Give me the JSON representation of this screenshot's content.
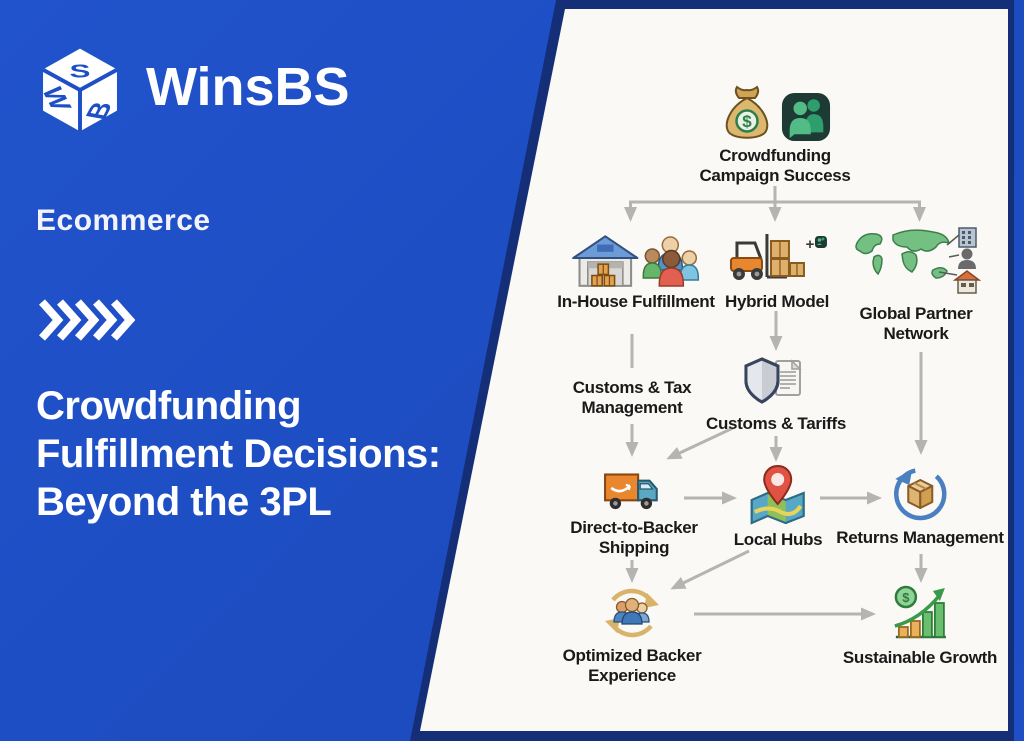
{
  "colors": {
    "background_blue": "#1e4fc6",
    "panel_white": "#faf9f6",
    "edge_shadow_navy": "#142f78",
    "arrow_gray": "#b4b4b1",
    "diagram_text": "#1a1a1a",
    "left_text": "#ffffff"
  },
  "left_panel": {
    "brand_name": "WinsBS",
    "logo_icon": "cube-wb-logo-icon",
    "category_label": "Ecommerce",
    "chevrons_icon": "five-chevrons-right-icon",
    "title": "Crowdfunding Fulfillment Decisions: Beyond the 3PL"
  },
  "diagram": {
    "nodes": [
      {
        "id": "campaign-success",
        "label": "Crowdfunding Campaign Success",
        "icons": [
          "money-bag-icon",
          "backers-badge-icon"
        ]
      },
      {
        "id": "in-house-fulfillment",
        "label": "In-House Fulfillment",
        "icons": [
          "warehouse-icon",
          "team-icon"
        ]
      },
      {
        "id": "hybrid-model",
        "label": "Hybrid Model",
        "icons": [
          "forklift-boxes-icon",
          "plus-icon",
          "backers-badge-icon"
        ]
      },
      {
        "id": "global-partner-network",
        "label": "Global Partner Network",
        "icons": [
          "world-map-partners-icon"
        ]
      },
      {
        "id": "customs-tax-management",
        "label": "Customs & Tax Management",
        "icons": []
      },
      {
        "id": "customs-tariffs",
        "label": "Customs & Tariffs",
        "icons": [
          "shield-document-icon"
        ]
      },
      {
        "id": "direct-to-backer-shipping",
        "label": "Direct-to-Backer Shipping",
        "icons": [
          "delivery-truck-icon"
        ]
      },
      {
        "id": "local-hubs",
        "label": "Local Hubs",
        "icons": [
          "map-pin-icon"
        ]
      },
      {
        "id": "returns-management",
        "label": "Returns Management",
        "icons": [
          "returns-box-icon"
        ]
      },
      {
        "id": "optimized-backer-experience",
        "label": "Optimized Backer Experience",
        "icons": [
          "backer-loop-icon"
        ]
      },
      {
        "id": "sustainable-growth",
        "label": "Sustainable Growth",
        "icons": [
          "growth-chart-icon"
        ]
      }
    ],
    "edges": [
      {
        "from": "campaign-success",
        "to": "in-house-fulfillment"
      },
      {
        "from": "campaign-success",
        "to": "hybrid-model"
      },
      {
        "from": "campaign-success",
        "to": "global-partner-network"
      },
      {
        "from": "in-house-fulfillment",
        "to": "customs-tax-management"
      },
      {
        "from": "customs-tax-management",
        "to": "direct-to-backer-shipping"
      },
      {
        "from": "hybrid-model",
        "to": "customs-tariffs"
      },
      {
        "from": "customs-tariffs",
        "to": "local-hubs"
      },
      {
        "from": "customs-tariffs",
        "to": "direct-to-backer-shipping"
      },
      {
        "from": "global-partner-network",
        "to": "returns-management"
      },
      {
        "from": "direct-to-backer-shipping",
        "to": "local-hubs"
      },
      {
        "from": "local-hubs",
        "to": "returns-management"
      },
      {
        "from": "direct-to-backer-shipping",
        "to": "optimized-backer-experience"
      },
      {
        "from": "local-hubs",
        "to": "optimized-backer-experience"
      },
      {
        "from": "returns-management",
        "to": "sustainable-growth"
      },
      {
        "from": "optimized-backer-experience",
        "to": "sustainable-growth"
      }
    ]
  }
}
